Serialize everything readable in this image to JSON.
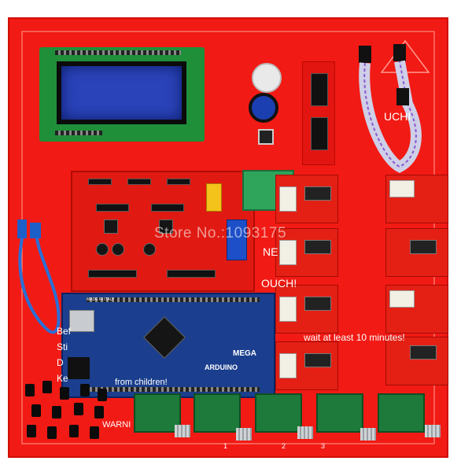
{
  "image": {
    "subject": "red display board with 3D printer control kit",
    "watermark": "Store No.:1093175",
    "board_text": {
      "wait_notice": "wait at least 10 minutes!",
      "children_warning": "from children!",
      "warning_label": "WARNI",
      "touch_label_1": "UCHI",
      "touch_label_2": "OUCH!",
      "ne_label": "NE",
      "bef_label": "Bef",
      "sti_label": "Sti",
      "d_label": "D",
      "ke_label": "Ke",
      "num_1": "1",
      "num_2": "2",
      "num_3": "3"
    },
    "arduino": {
      "brand": "ARDUINO",
      "model": "MEGA",
      "made_in": "MADE IN ITALY"
    },
    "colors": {
      "board": "#f21a14",
      "lcd_pcb": "#1f8f3a",
      "lcd_screen": "#2a43b8",
      "arduino": "#1b3f8e",
      "driver": "#1d7a3a",
      "usb_cable": "#2a6fd6"
    }
  }
}
